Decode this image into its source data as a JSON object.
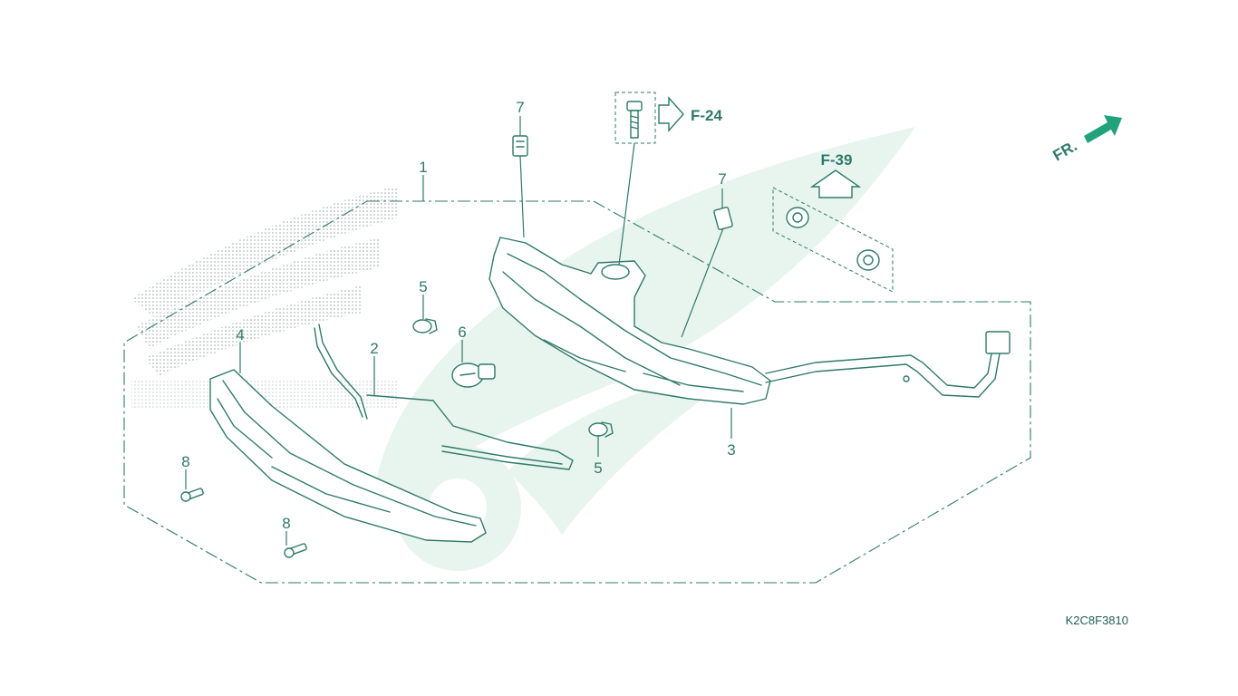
{
  "diagram": {
    "drawing_code": "K2C8F3810",
    "front_indicator": "FR.",
    "references": [
      {
        "label": "F-24"
      },
      {
        "label": "F-39"
      }
    ],
    "callouts": [
      {
        "number": "1"
      },
      {
        "number": "2"
      },
      {
        "number": "3"
      },
      {
        "number": "4"
      },
      {
        "number": "5"
      },
      {
        "number": "5"
      },
      {
        "number": "6"
      },
      {
        "number": "7"
      },
      {
        "number": "7"
      },
      {
        "number": "8"
      },
      {
        "number": "8"
      }
    ]
  },
  "colors": {
    "line": "#2f7a6a",
    "accent_arrow": "#22a27a",
    "watermark": "#e8f5ee"
  }
}
